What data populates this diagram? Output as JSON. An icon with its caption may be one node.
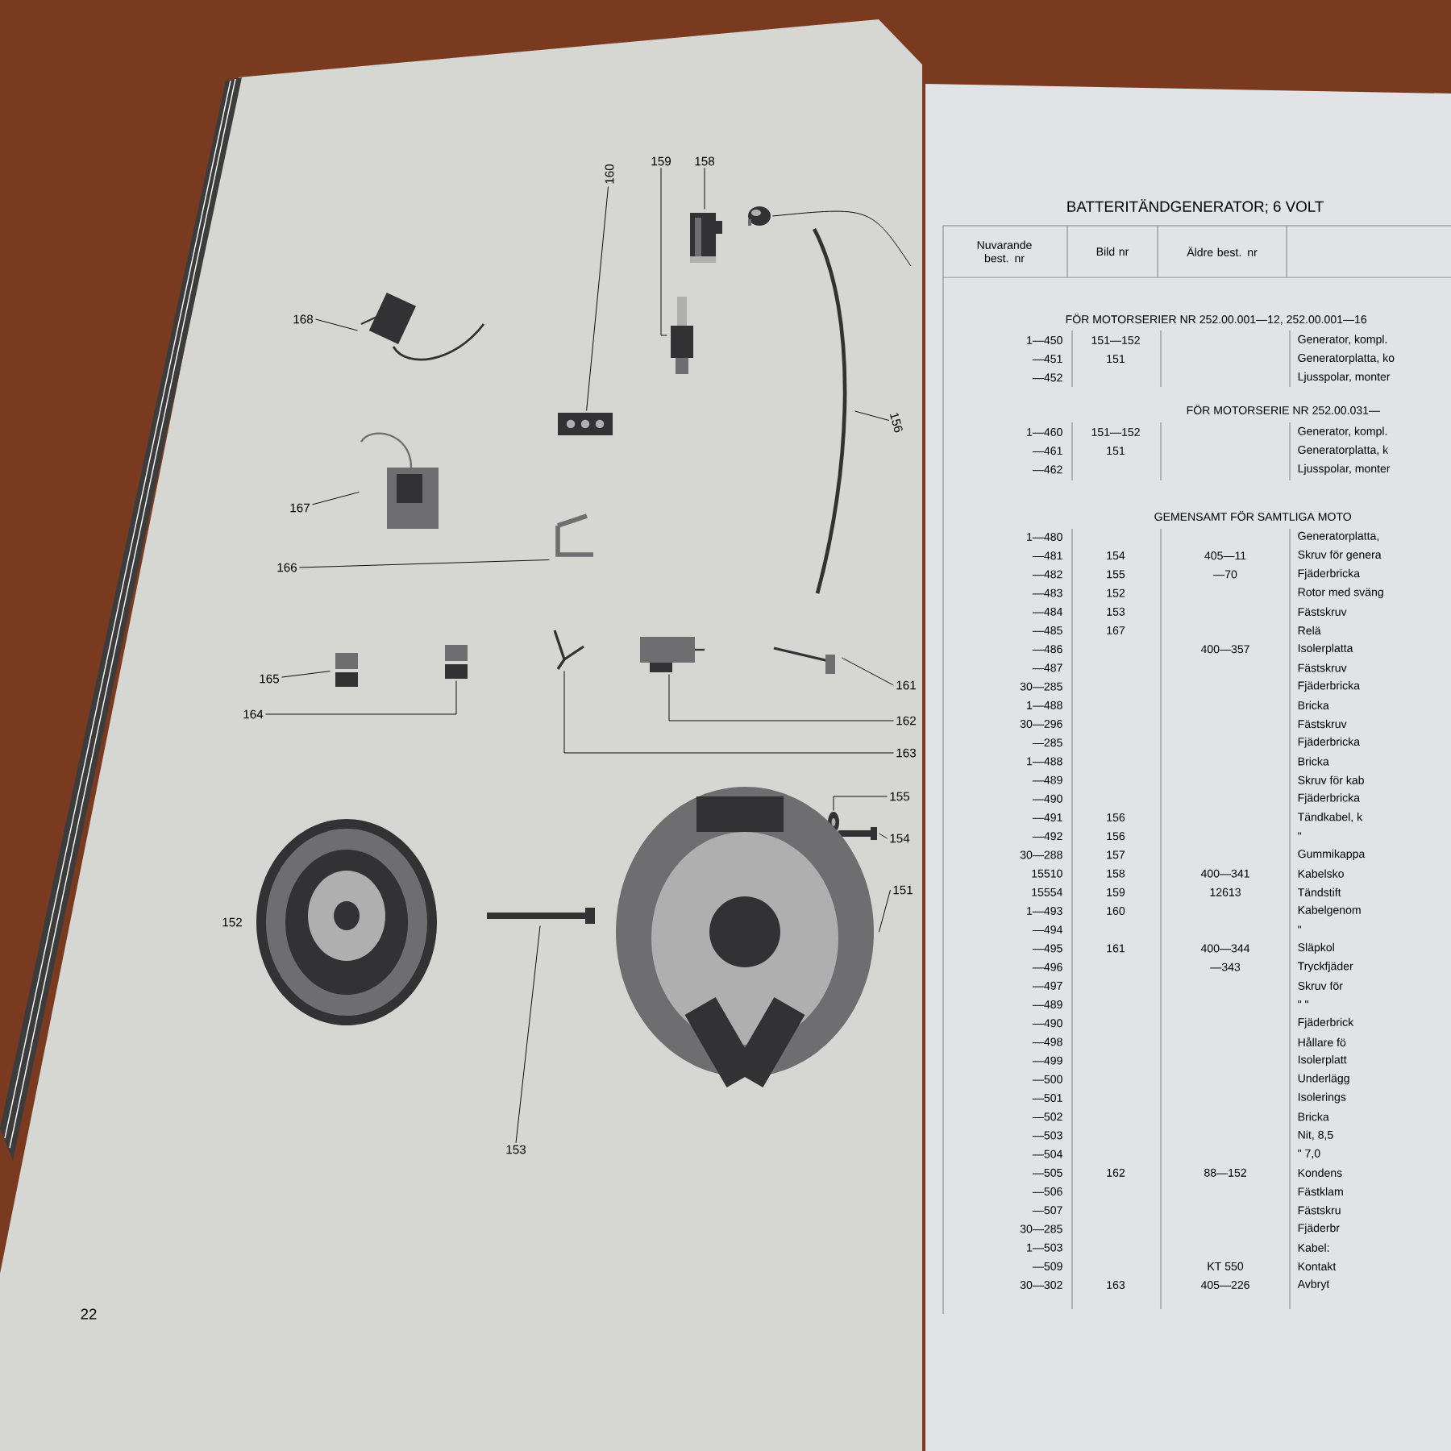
{
  "diagram": {
    "title": "BATTERITÄNDGENERATOR; 6 VOLT",
    "nodes": [
      {
        "text": [
          "168"
        ]
      },
      {
        "text": [],
        "shape": "picture"
      },
      {
        "text": [
          "160"
        ]
      },
      {
        "text": [],
        "shape": "picture"
      },
      {
        "text": [
          "159"
        ]
      },
      {
        "text": [],
        "shape": "picture"
      },
      {
        "text": [
          "158"
        ]
      },
      {
        "text": [],
        "shape": "picture"
      },
      {
        "text": [],
        "shape": "picture"
      },
      {
        "text": [
          "156"
        ]
      },
      {
        "text": [],
        "shape": "picture"
      },
      {
        "text": [
          "167"
        ]
      },
      {
        "text": [],
        "shape": "picture"
      },
      {
        "text": [
          "166"
        ]
      },
      {
        "text": [],
        "shape": "picture"
      },
      {
        "text": [
          "165"
        ]
      },
      {
        "text": [],
        "shape": "picture"
      },
      {
        "text": [
          "164"
        ]
      },
      {
        "text": [],
        "shape": "picture"
      },
      {
        "text": [
          "161"
        ]
      },
      {
        "text": [],
        "shape": "picture"
      },
      {
        "text": [
          "162"
        ]
      },
      {
        "text": [],
        "shape": "picture"
      },
      {
        "text": [
          "163"
        ]
      },
      {
        "text": [],
        "shape": "picture"
      },
      {
        "text": [],
        "shape": "picture",
        "beside": [
          "152"
        ]
      },
      {
        "text": [
          "153"
        ]
      },
      {
        "text": [],
        "shape": "picture"
      },
      {
        "text": [
          "155"
        ]
      },
      {
        "text": [],
        "shape": "picture"
      },
      {
        "text": [
          "154"
        ]
      },
      {
        "text": [],
        "shape": "picture"
      },
      {
        "text": [
          "151"
        ]
      },
      {
        "text": [],
        "shape": "picture"
      }
    ],
    "edges": [
      {
        "from": 0,
        "to": 1,
        "arrow": "none"
      },
      {
        "from": 2,
        "to": 3,
        "arrow": "none"
      },
      {
        "from": 4,
        "to": 5,
        "arrow": "none"
      },
      {
        "from": 6,
        "to": 7,
        "arrow": "none"
      },
      {
        "from": null,
        "to": 8,
        "arrow": "none"
      },
      {
        "from": 9,
        "to": 10,
        "arrow": "none"
      },
      {
        "from": 11,
        "to": 12,
        "arrow": "none"
      },
      {
        "from": 13,
        "to": 14,
        "arrow": "none"
      },
      {
        "from": 15,
        "to": 16,
        "arrow": "none"
      },
      {
        "from": 17,
        "to": 18,
        "arrow": "none"
      },
      {
        "from": 19,
        "to": 20,
        "arrow": "none"
      },
      {
        "from": 21,
        "to": 22,
        "arrow": "none"
      },
      {
        "from": 23,
        "to": 24,
        "arrow": "none"
      },
      {
        "from": 26,
        "to": 27,
        "arrow": "none"
      },
      {
        "from": 28,
        "to": 29,
        "arrow": "none"
      },
      {
        "from": 30,
        "to": 31,
        "arrow": "none"
      },
      {
        "from": 32,
        "to": 33,
        "arrow": "none"
      }
    ],
    "labels": [
      "Nuvarande best. nr",
      "Bild nr",
      "Äldre best. nr",
      "FÖR MOTORSERIER NR 252.00.001—12, 252.00.001—16",
      "1—450",
      "151—152",
      "Generator, kompl.",
      "—451",
      "151",
      "Generatorplatta, ko",
      "—452",
      "Ljusspolar, monter",
      "FÖR MOTORSERIE NR 252.00.031—",
      "1—460",
      "151—152",
      "Generator, kompl.",
      "—461",
      "151",
      "Generatorplatta, k",
      "—462",
      "Ljusspolar, monter",
      "GEMENSAMT FÖR SAMTLIGA MOTO",
      "1—480",
      "Generatorplatta,",
      "—481",
      "154",
      "405—11",
      "Skruv för genera",
      "—482",
      "155",
      "—70",
      "Fjäderbricka",
      "—483",
      "152",
      "Rotor med sväng",
      "—484",
      "153",
      "Fästskruv",
      "—485",
      "167",
      "Relä",
      "—486",
      "400—357",
      "Isolerplatta",
      "—487",
      "Fästskruv",
      "30—285",
      "Fjäderbricka",
      "1—488",
      "Bricka",
      "30—296",
      "Fästskruv",
      "—285",
      "Fjäderbricka",
      "1—488",
      "Bricka",
      "—489",
      "Skruv för kab",
      "—490",
      "Fjäderbricka",
      "—491",
      "156",
      "Tändkabel, k",
      "—492",
      "156",
      "\"",
      "30—288",
      "157",
      "Gummikappa",
      "15510",
      "158",
      "400—341",
      "Kabelsko",
      "15554",
      "159",
      "12613",
      "Tändstift",
      "1—493",
      "160",
      "Kabelgenom",
      "—494",
      "\"",
      "—495",
      "161",
      "400—344",
      "Släpkol",
      "—496",
      "—343",
      "Tryckfjäder",
      "—497",
      "Skruv för",
      "—489",
      "\"   \"",
      "—490",
      "Fjäderbrick",
      "—498",
      "Hållare fö",
      "—499",
      "Isolerplatt",
      "—500",
      "Underlägg",
      "—501",
      "Isolerings",
      "—502",
      "Bricka",
      "—503",
      "Nit, 8,5",
      "—504",
      "\"  7,0",
      "—505",
      "162",
      "88—152",
      "Kondens",
      "—506",
      "Fästklam",
      "—507",
      "Fästskru",
      "30—285",
      "Fjäderbr",
      "1—503",
      "Kabel:",
      "—509",
      "KT 550",
      "Kontakt",
      "30—302",
      "163",
      "405—226",
      "Avbryt",
      "22"
    ]
  }
}
